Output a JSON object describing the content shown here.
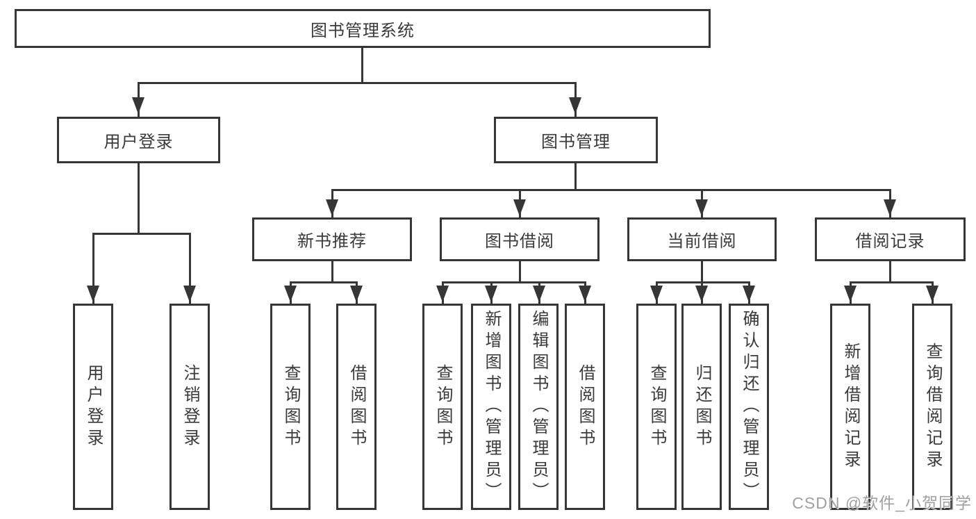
{
  "diagram": {
    "colors": {
      "line": "#363636",
      "text": "#3a3a3a",
      "box_background": "#ffffff",
      "page_background": "#ffffff"
    },
    "root": {
      "label": "图书管理系统"
    },
    "level2": [
      {
        "label": "用户登录",
        "children": [
          {
            "label": "用户登录"
          },
          {
            "label": "注销登录"
          }
        ]
      },
      {
        "label": "图书管理"
      }
    ],
    "level3": [
      {
        "label": "新书推荐",
        "children": [
          {
            "label": "查询图书"
          },
          {
            "label": "借阅图书"
          }
        ]
      },
      {
        "label": "图书借阅",
        "children": [
          {
            "label": "查询图书"
          },
          {
            "label": "新增图书（管理员）"
          },
          {
            "label": "编辑图书（管理员）"
          },
          {
            "label": "借阅图书"
          }
        ]
      },
      {
        "label": "当前借阅",
        "children": [
          {
            "label": "查询图书"
          },
          {
            "label": "归还图书"
          },
          {
            "label": "确认归还（管理员）"
          }
        ]
      },
      {
        "label": "借阅记录",
        "children": [
          {
            "label": "新增借阅记录"
          },
          {
            "label": "查询借阅记录"
          }
        ]
      }
    ]
  },
  "watermark": {
    "text": "CSDN @软件_小贺同学",
    "color": "#a0a0a0"
  }
}
